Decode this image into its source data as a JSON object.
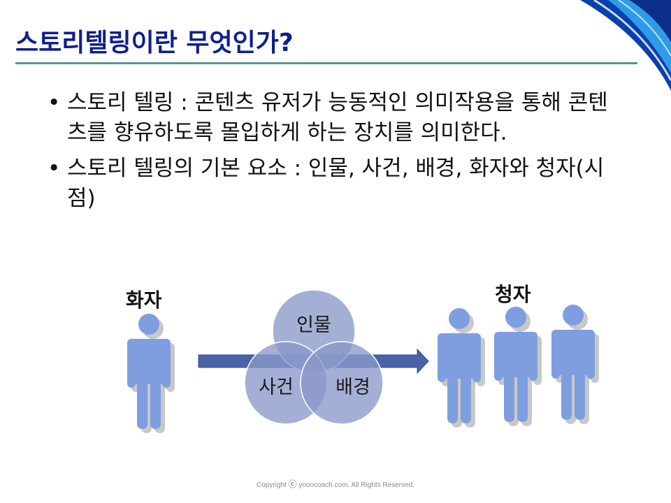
{
  "slide": {
    "title": "스토리텔링이란 무엇인가?",
    "bullets": [
      "스토리 텔링 : 콘텐츠 유저가 능동적인 의미작용을 통해 콘텐츠를 향유하도록 몰입하게 하는 장치를 의미한다.",
      "스토리 텔링의 기본 요소 : 인물, 사건, 배경, 화자와 청자(시점)"
    ],
    "bullet_glyph": "•"
  },
  "diagram": {
    "speaker_label": "화자",
    "listener_label": "청자",
    "circles": [
      "인물",
      "사건",
      "배경"
    ],
    "colors": {
      "figure": "#7f9ee0",
      "figure_shadow": "#c8c8c8",
      "circle_fill": "#8b99c9",
      "arrow": "#4a63a8"
    }
  },
  "footer": {
    "prefix": "Copyright",
    "symbol": "ⓒ",
    "text": "yooncoach.com. All Rights Reserved."
  },
  "colors": {
    "title": "#0f1f8c",
    "rule": "#5a9298",
    "corner_dark": "#0a3fae",
    "corner_light": "#2e9be6"
  }
}
